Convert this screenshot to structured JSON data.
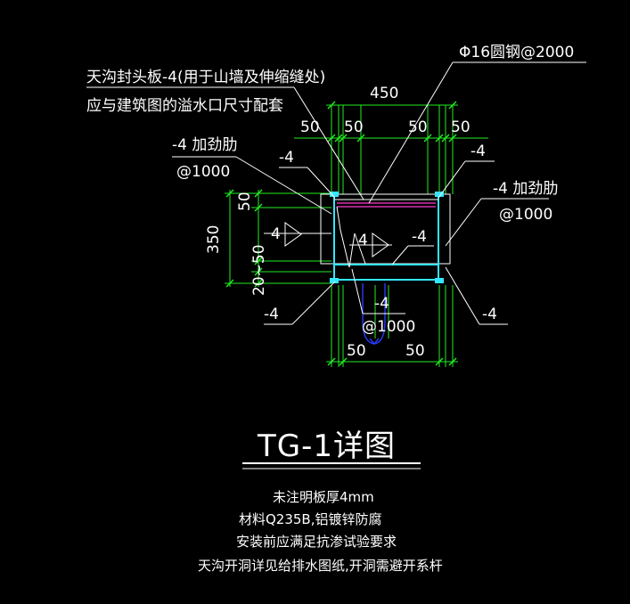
{
  "title": "TG-1详图",
  "callouts": {
    "end_plate_line1": "天沟封头板-4(用于山墙及伸缩缝处)",
    "end_plate_line2": "应与建筑图的溢水口尺寸配套",
    "round_bar": "Φ16圆钢@2000",
    "stiffener_left_line1": "-4 加劲肋",
    "stiffener_left_line2": "@1000",
    "stiffener_right_line1": "-4 加劲肋",
    "stiffener_right_line2": "@1000",
    "plate_left_top": "-4",
    "plate_right_top": "-4",
    "plate_inner": "-4",
    "plate_bottom_left": "-4",
    "plate_bottom_mid": "-4",
    "plate_bottom_mid_spacing": "@1000",
    "plate_bottom_right": "-4"
  },
  "dimensions": {
    "top_total": "450",
    "top_50_a": "50",
    "top_50_b": "50",
    "top_50_c": "50",
    "top_50_d": "50",
    "left_total": "350",
    "left_50": "50",
    "left_20_50": "20~50",
    "bottom_50_a": "50",
    "bottom_50_b": "50"
  },
  "weld_symbols": {
    "left": "4",
    "inner": "4"
  },
  "notes": [
    "未注明板厚4mm",
    "材料Q235B,铝镀锌防腐",
    "安装前应满足抗渗试验要求",
    "天沟开洞详见给排水图纸,开洞需避开系杆"
  ],
  "colors": {
    "background": "#000000",
    "text": "#ffffff",
    "dimension": "#22ee22",
    "plate": "#33e6ff",
    "drain": "#2a3cff",
    "bar": "#ff3ad2"
  }
}
